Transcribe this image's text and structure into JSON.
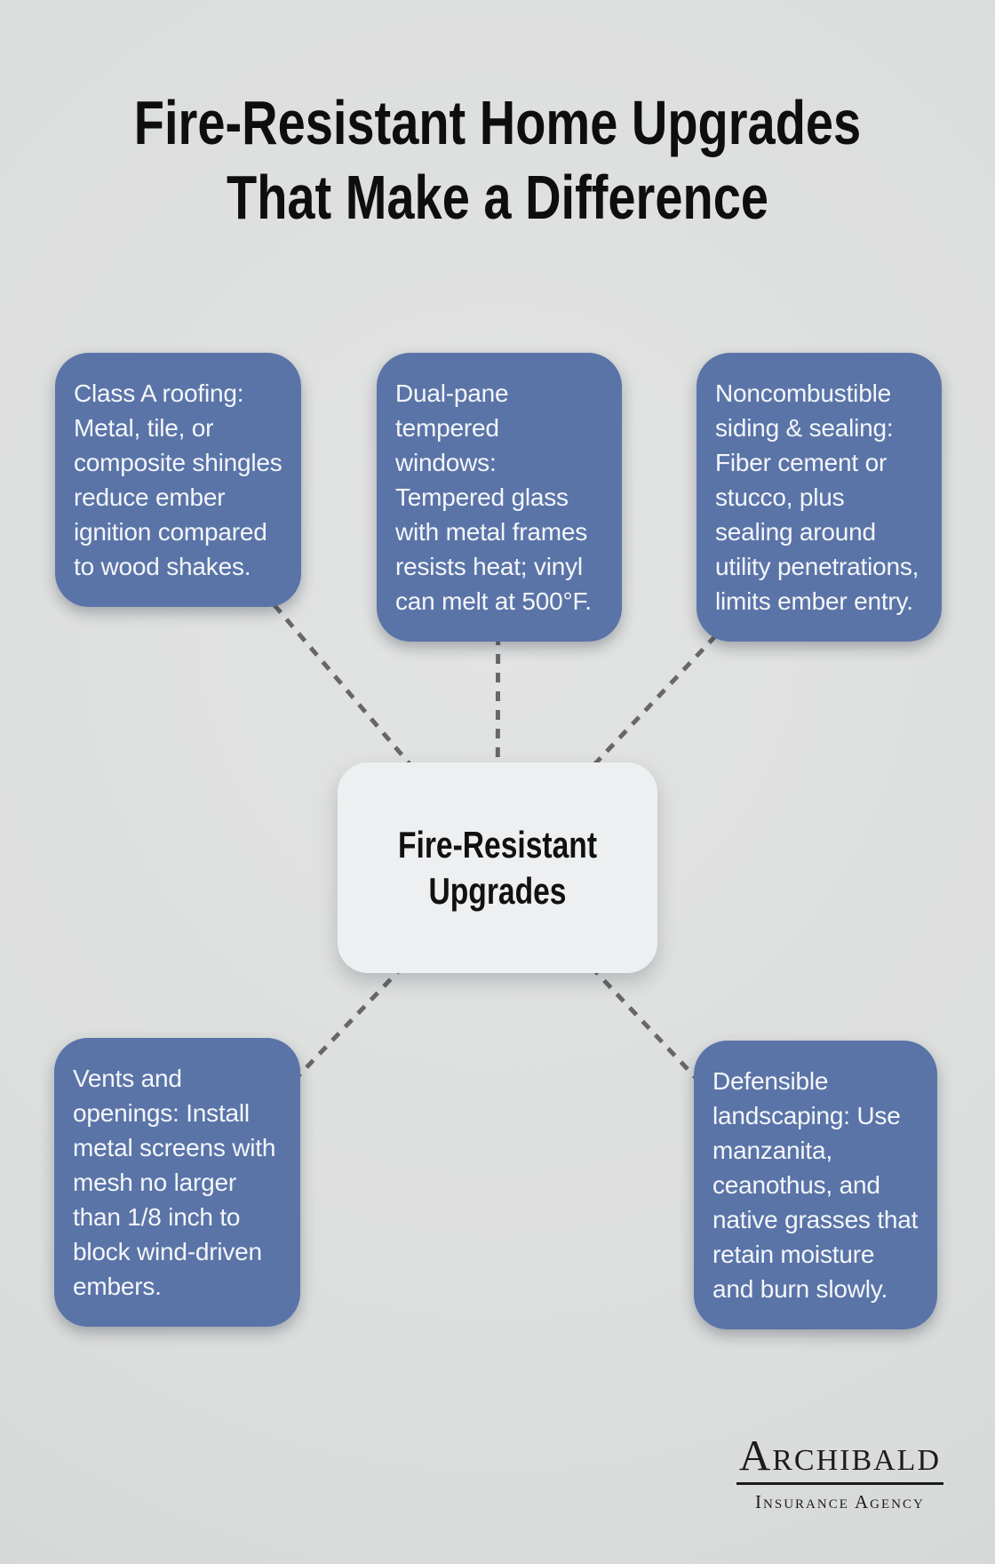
{
  "title": {
    "text": "Fire-Resistant Home Upgrades That Make a Difference"
  },
  "center": {
    "label": "Fire-Resistant Upgrades"
  },
  "nodes": [
    {
      "id": "class-a-roofing",
      "text": "Class A roofing: Metal, tile, or composite shingles reduce ember ignition compared to wood shakes."
    },
    {
      "id": "dual-pane-windows",
      "text": "Dual-pane tempered windows: Tempered glass with metal frames resists heat; vinyl can melt at 500°F."
    },
    {
      "id": "noncombustible-siding",
      "text": "Noncombustible siding & sealing: Fiber cement or stucco, plus sealing around utility penetrations, limits ember entry."
    },
    {
      "id": "vents-openings",
      "text": "Vents and openings: Install metal screens with mesh no larger than 1/8 inch to block wind-driven embers."
    },
    {
      "id": "defensible-landscaping",
      "text": "Defensible landscaping: Use manzanita, ceanothus, and native grasses that retain moisture and burn slowly."
    }
  ],
  "logo": {
    "name": "Archibald",
    "tagline": "Insurance Agency"
  },
  "colors": {
    "background": "#dcdedd",
    "panel_blue": "#5a74a8",
    "panel_text": "#f4f6f9",
    "center_fill": "#edeff1",
    "center_text": "#111111",
    "connector_gray": "#676767",
    "title_black": "#0e0e0e",
    "logo_black": "#1b1b1b"
  }
}
